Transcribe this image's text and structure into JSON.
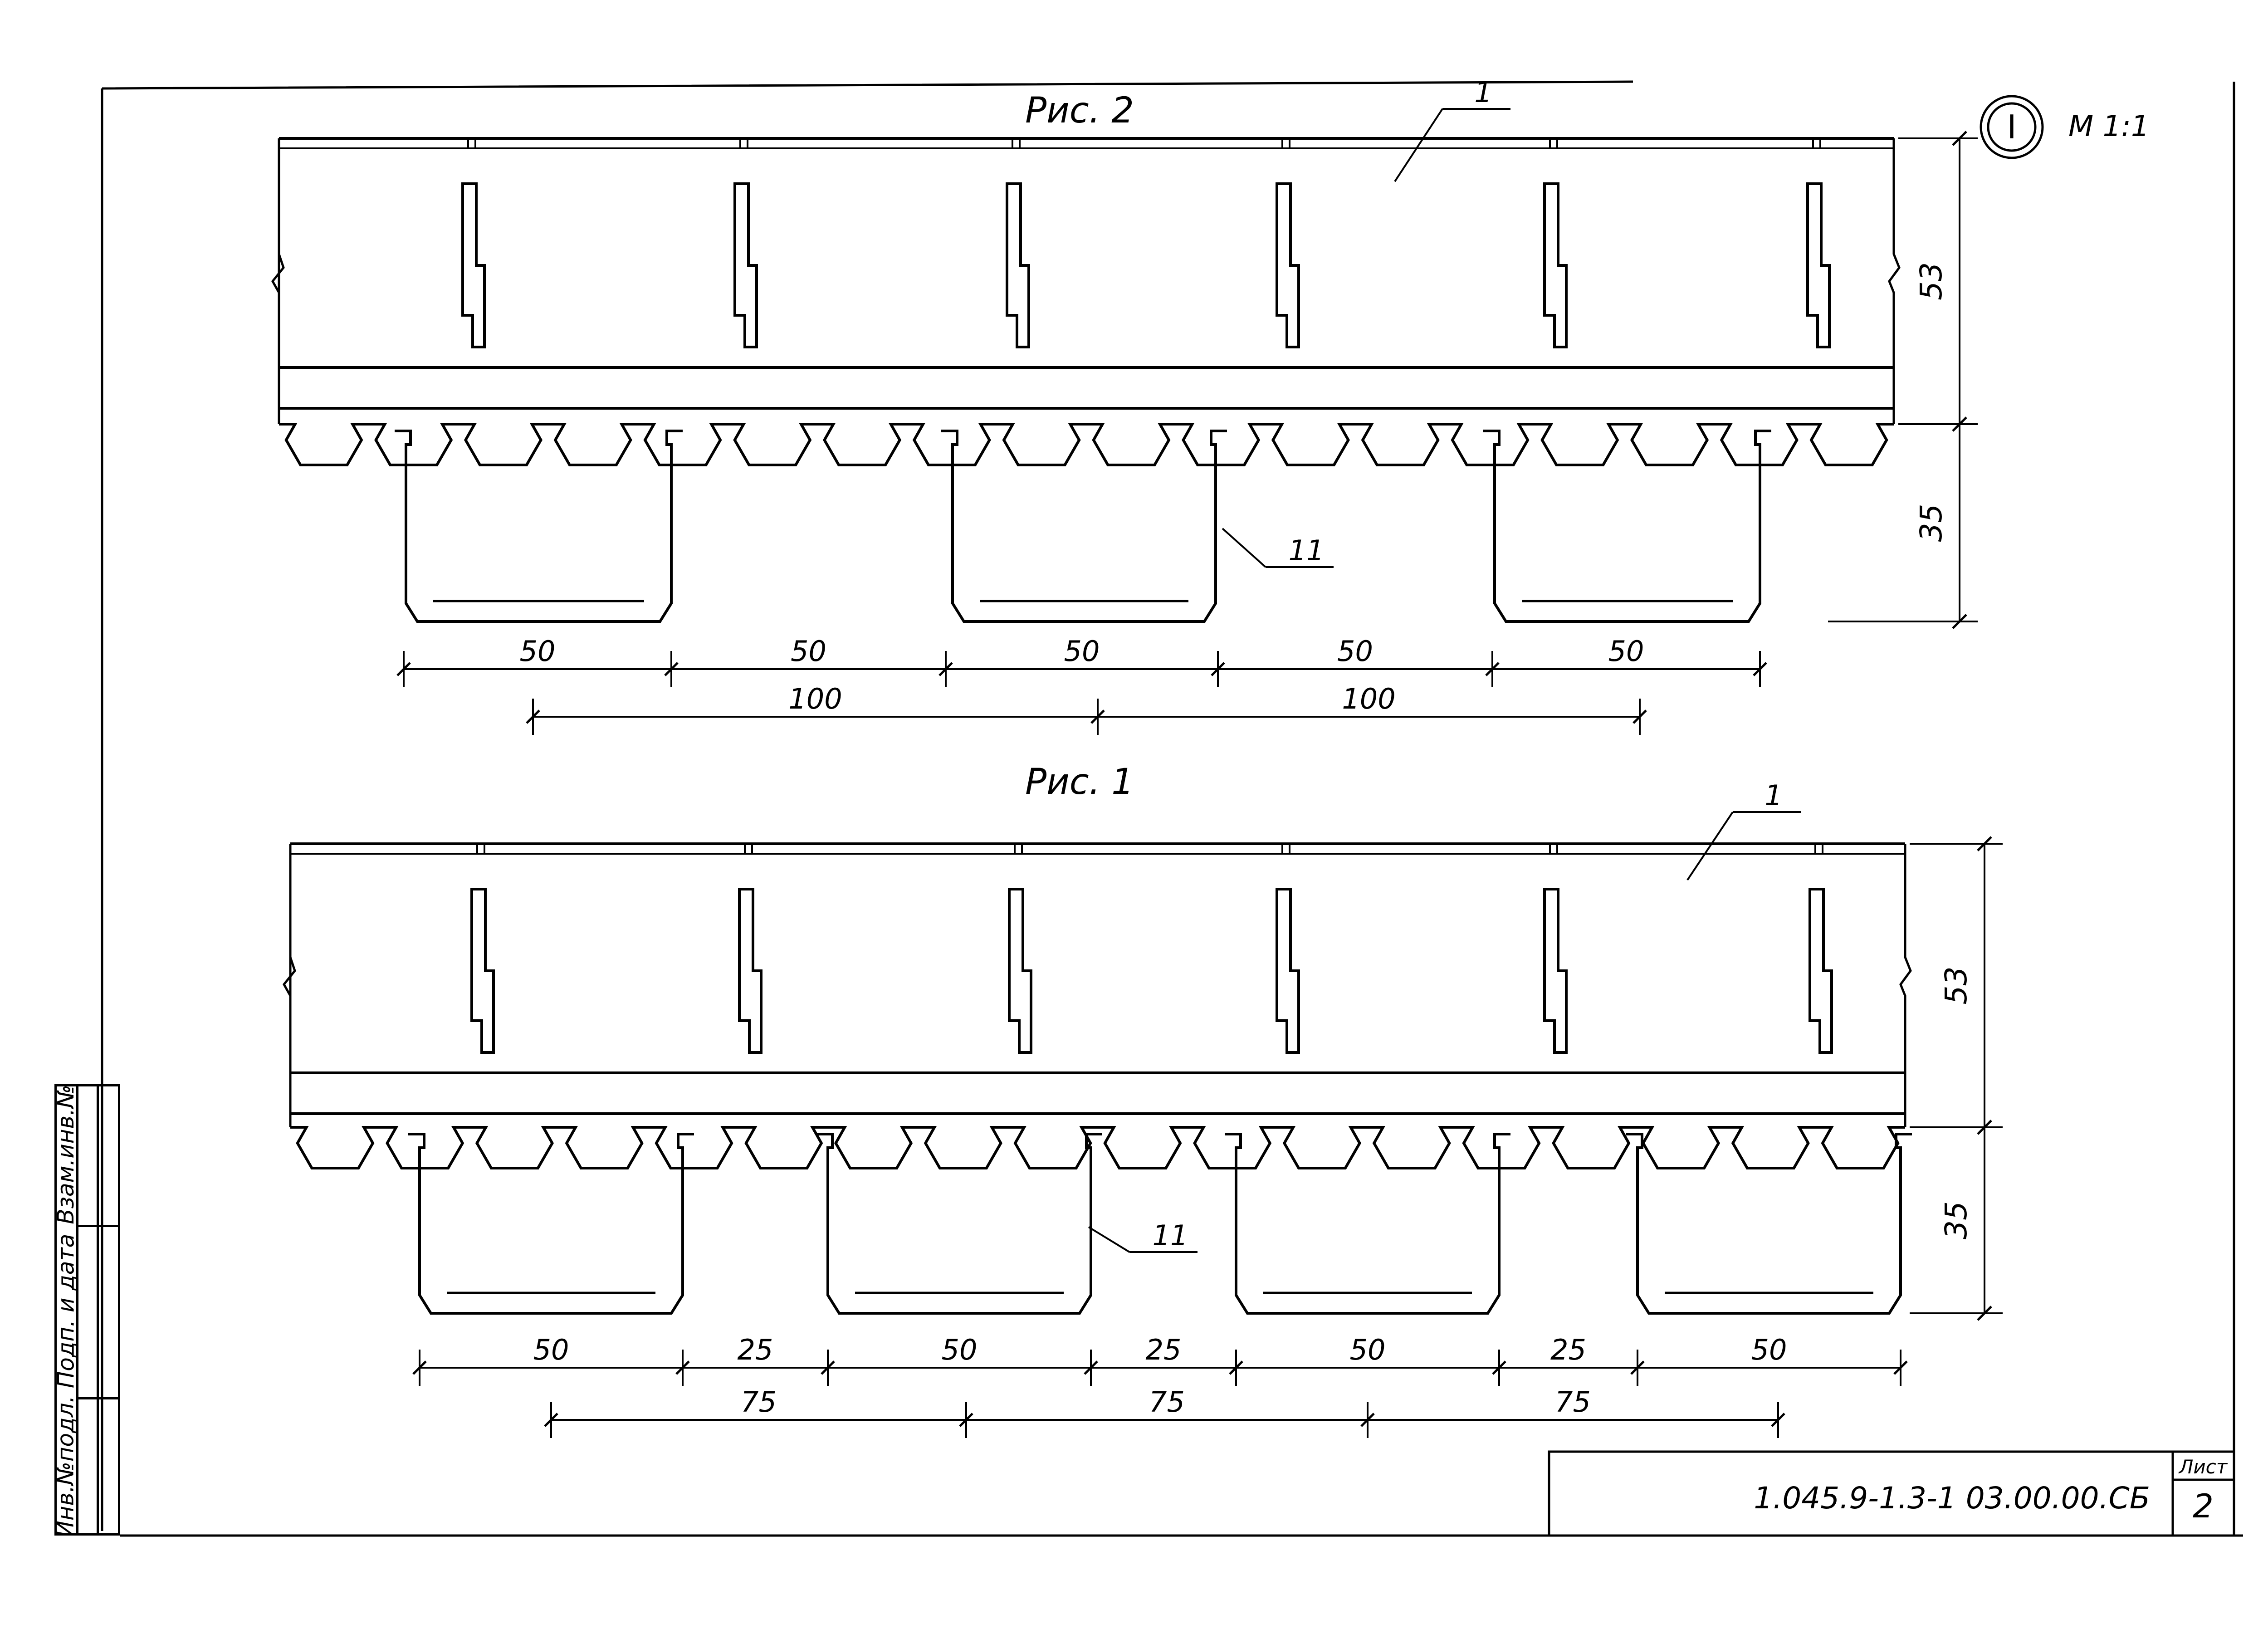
{
  "drawing": {
    "marker": "I",
    "scale": "М 1:1",
    "sheet_label": "Лист",
    "sheet_number": "2",
    "document_code": "1.045.9-1.3-1 03.00.00.СБ"
  },
  "side_stamp": {
    "col1": "Инв.№подл.",
    "col2_top": "Подп. и дата",
    "col3_top": "Взам.инв.№"
  },
  "figures": [
    {
      "title": "Рис. 2",
      "callout_strip": "1",
      "callout_clip": "11",
      "height_upper": "53",
      "height_lower": "35",
      "dims_row1": [
        "50",
        "50",
        "50",
        "50",
        "50"
      ],
      "dims_row2": [
        "100",
        "100"
      ]
    },
    {
      "title": "Рис. 1",
      "callout_strip": "1",
      "callout_clip": "11",
      "height_upper": "53",
      "height_lower": "35",
      "dims_row1": [
        "50",
        "25",
        "50",
        "25",
        "50",
        "25",
        "50"
      ],
      "dims_row2": [
        "75",
        "75",
        "75"
      ]
    }
  ],
  "colors": {
    "ink": "#000000",
    "paper": "#ffffff"
  }
}
